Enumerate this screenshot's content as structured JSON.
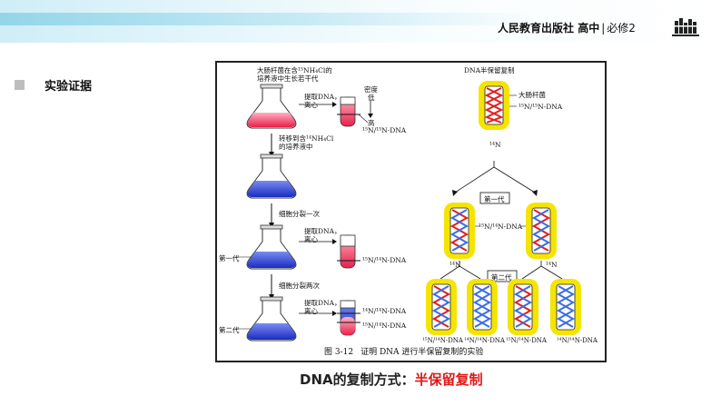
{
  "header": {
    "publisher": "人民教育出版社",
    "level": "高中",
    "separator": "|",
    "volume": "必修2"
  },
  "section": {
    "title": "实验证据"
  },
  "figure": {
    "left": {
      "start_label_1": "大肠杆菌在含¹⁵NH₄Cl的",
      "start_label_2": "培养液中生长若干代",
      "extract_1": "提取DNA，",
      "extract_2": "离心",
      "density": "密度",
      "low": "低",
      "high": "高",
      "band_15": "¹⁵N/¹⁵N-DNA",
      "transfer_1": "转移到含¹⁴NH₄Cl",
      "transfer_2": "的培养液中",
      "divide_once": "细胞分裂一次",
      "extract2_1": "提取DNA，",
      "extract2_2": "离心",
      "gen1": "第一代",
      "band_gen1": "¹⁵N/¹⁴N-DNA",
      "divide_twice": "细胞分裂两次",
      "extract3_1": "提取DNA，",
      "extract3_2": "离心",
      "gen2": "第二代",
      "band_gen2_a": "¹⁴N/¹⁴N-DNA",
      "band_gen2_b": "¹⁵N/¹⁴N-DNA"
    },
    "right": {
      "title": "DNA半保留复制",
      "ecoli": "大肠杆菌",
      "parent_dna": "¹⁵N/¹⁵N-DNA",
      "n14_top": "¹⁴N",
      "gen1_box": "第一代",
      "gen1_dna": "¹⁵N/¹⁴N-DNA",
      "n14_left": "¹⁴N",
      "n14_right": "¹⁴N",
      "gen2_box": "第二代",
      "gen2_labels": [
        "¹⁵N/¹⁴N-DNA",
        "¹⁴N/¹⁴N-DNA",
        "¹⁵N/¹⁴N-DNA",
        "¹⁴N/¹⁴N-DNA"
      ]
    },
    "caption_num": "图 3-12",
    "caption_text": "证明 DNA 进行半保留复制的实验"
  },
  "conclusion": {
    "label": "DNA的复制方式：",
    "value": "半保留复制"
  },
  "colors": {
    "red": "#e01818",
    "flask_red": "#e8204a",
    "flask_blue": "#2036c8",
    "helix_yellow": "#f5e400",
    "strand_red": "#e02020",
    "strand_blue": "#3a6ee8"
  },
  "icons": {
    "logo": "bookshelf-logo-icon",
    "bullet": "square-bullet-icon"
  }
}
